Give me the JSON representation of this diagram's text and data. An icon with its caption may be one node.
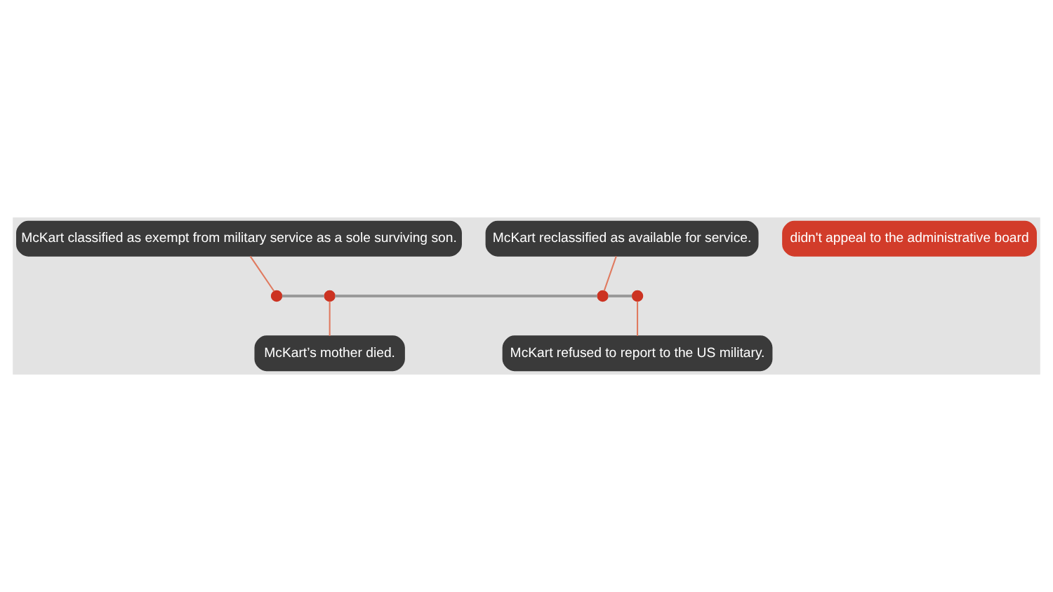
{
  "diagram": {
    "nodes": [
      {
        "text": [
          "McKart classified as exempt from military service as a sole surviving son."
        ]
      },
      {
        "text": [
          "McKart’s mother died."
        ]
      },
      {
        "text": [
          "McKart reclassified as available for service."
        ]
      },
      {
        "text": [
          "didn't appeal to the administrative board"
        ]
      },
      {
        "text": [
          "McKart refused to report to the US military."
        ]
      },
      {
        "text": [],
        "shape": "circle"
      },
      {
        "text": [],
        "shape": "circle"
      },
      {
        "text": [],
        "shape": "circle"
      },
      {
        "text": [],
        "shape": "circle"
      }
    ],
    "edges": [
      {
        "from": 0,
        "to": 5,
        "arrow": "none",
        "color": "#e07a5f"
      },
      {
        "from": 6,
        "to": 1,
        "arrow": "none",
        "color": "#e07a5f"
      },
      {
        "from": 2,
        "to": 7,
        "arrow": "none",
        "color": "#e07a5f"
      },
      {
        "from": 8,
        "to": 4,
        "arrow": "none",
        "color": "#e07a5f"
      },
      {
        "from": 5,
        "to": 6,
        "arrow": "none"
      },
      {
        "from": 6,
        "to": 7,
        "arrow": "none"
      },
      {
        "from": 7,
        "to": 8,
        "arrow": "none"
      }
    ]
  }
}
